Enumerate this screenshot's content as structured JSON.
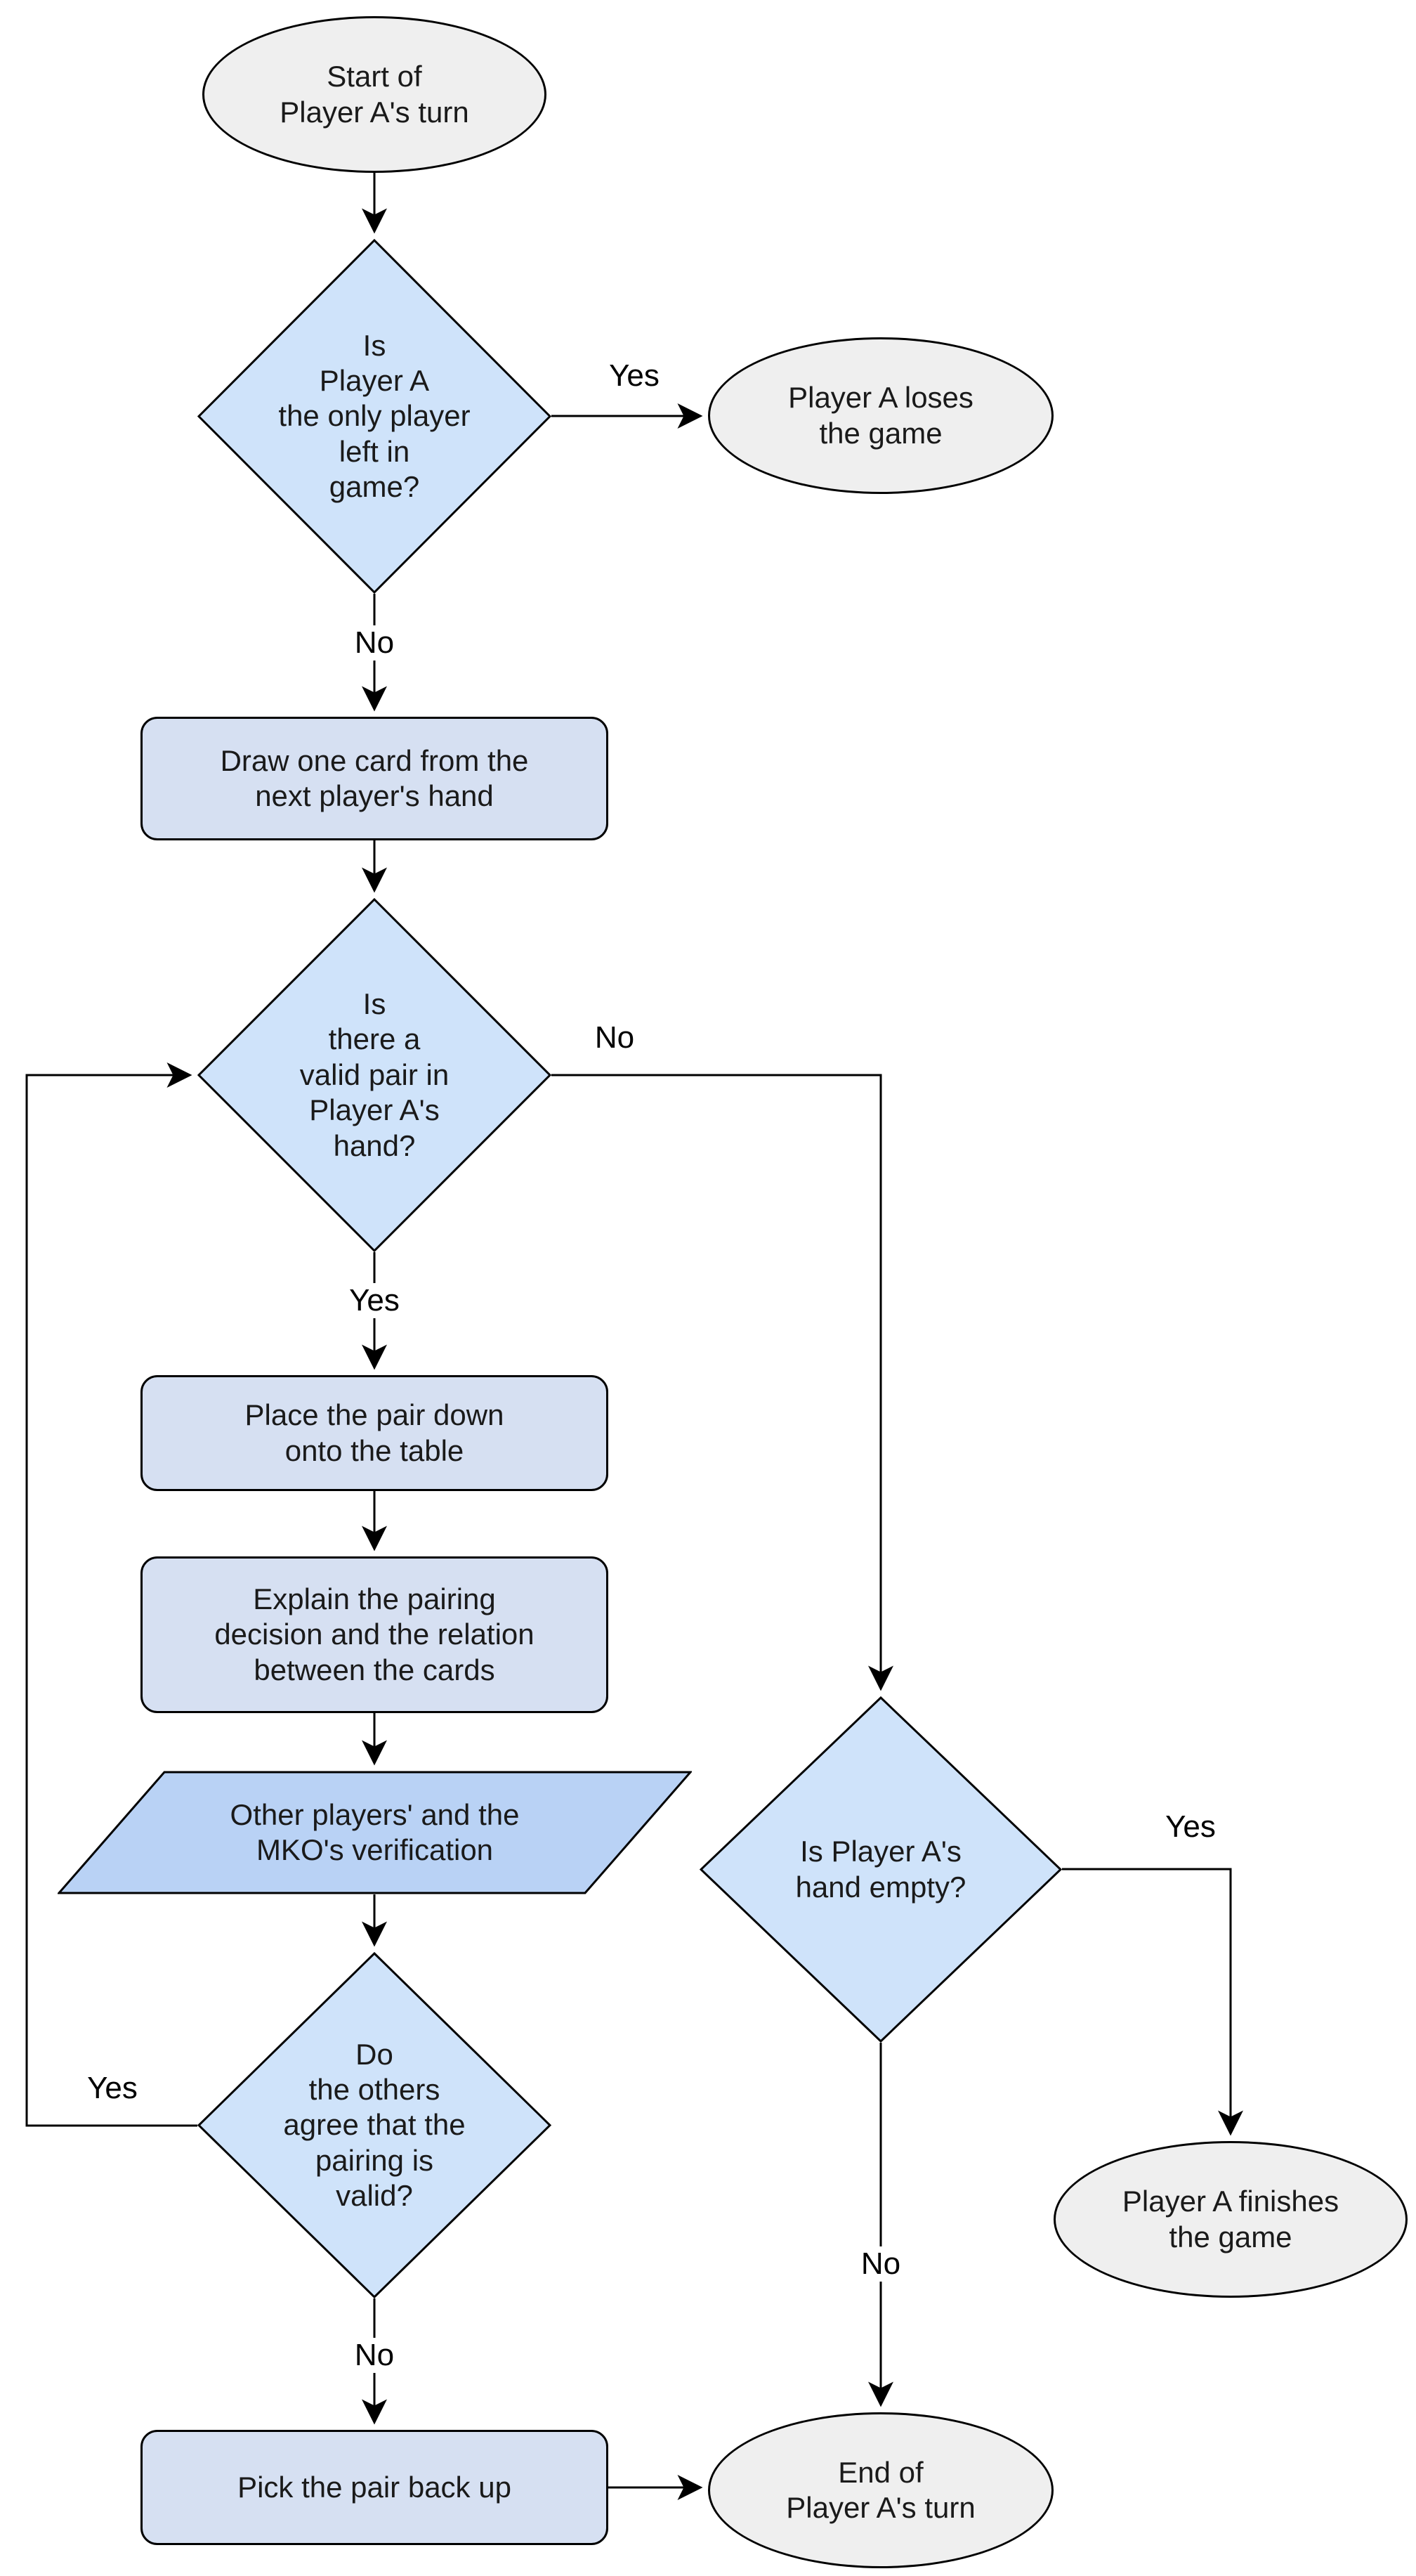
{
  "diagram": {
    "background": "#ffffff",
    "colors": {
      "terminator_fill": "#efefef",
      "decision_fill": "#cfe3fa",
      "process_fill": "#d6e0f2",
      "io_fill": "#b9d2f5",
      "stroke": "#000000",
      "node_text": "#1a1a1a",
      "label_text": "#000000"
    },
    "nodes": {
      "start": {
        "type": "terminator",
        "label": "Start of\nPlayer A's turn"
      },
      "only_player_left": {
        "type": "decision",
        "label": "Is\nPlayer A\nthe only player\nleft in\ngame?"
      },
      "player_a_loses": {
        "type": "terminator",
        "label": "Player A loses\nthe game"
      },
      "draw_card": {
        "type": "process",
        "label": "Draw one card from the\nnext player's hand"
      },
      "valid_pair": {
        "type": "decision",
        "label": "Is\nthere a\nvalid pair in\nPlayer A's\nhand?"
      },
      "place_pair": {
        "type": "process",
        "label": "Place the pair down\nonto the table"
      },
      "explain_pairing": {
        "type": "process",
        "label": "Explain the pairing\ndecision and the relation\nbetween the cards"
      },
      "verification": {
        "type": "input-output",
        "label": "Other players' and the\nMKO's verification"
      },
      "others_agree": {
        "type": "decision",
        "label": "Do\nthe others\nagree that the\npairing is\nvalid?"
      },
      "hand_empty": {
        "type": "decision",
        "label": "Is Player A's\nhand empty?"
      },
      "player_a_finishes": {
        "type": "terminator",
        "label": "Player A finishes\nthe game"
      },
      "pick_pair_back": {
        "type": "process",
        "label": "Pick the pair back up"
      },
      "end": {
        "type": "terminator",
        "label": "End of\nPlayer A's turn"
      }
    },
    "edge_labels": {
      "only_player_yes": "Yes",
      "only_player_no": "No",
      "valid_pair_no": "No",
      "valid_pair_yes": "Yes",
      "others_agree_yes": "Yes",
      "others_agree_no": "No",
      "hand_empty_yes": "Yes",
      "hand_empty_no": "No"
    }
  }
}
